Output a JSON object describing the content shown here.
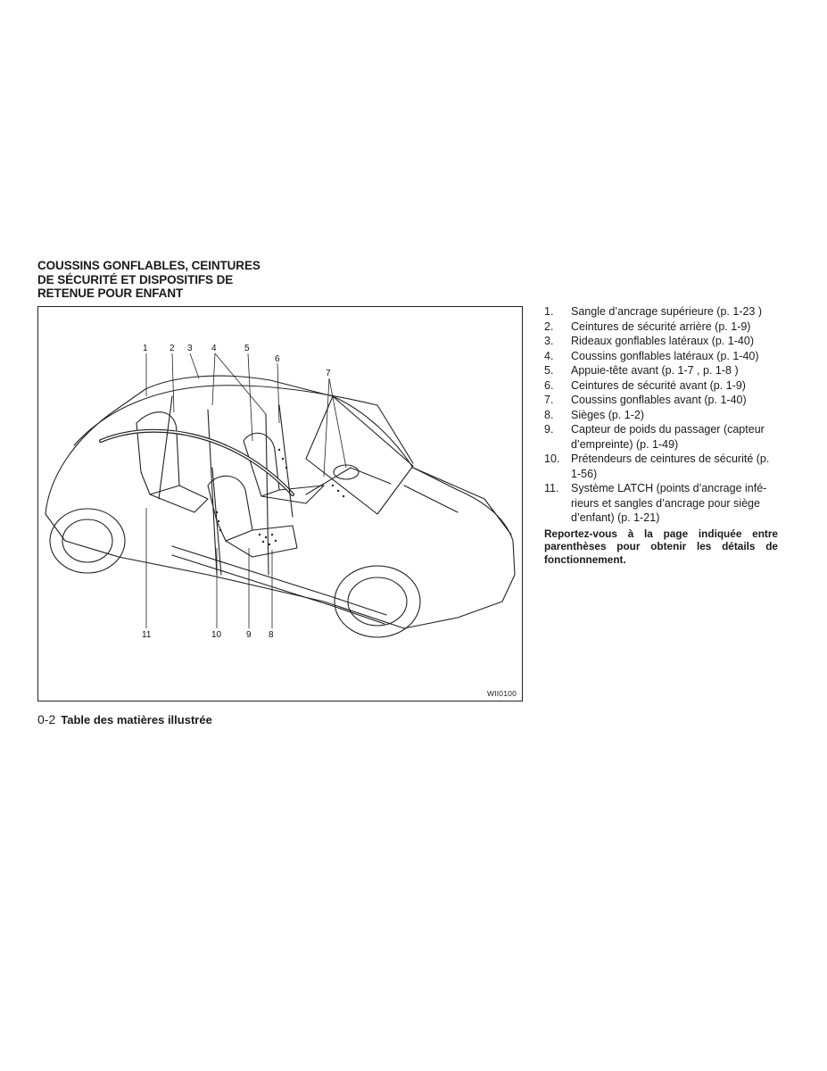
{
  "section": {
    "title_lines": [
      "COUSSINS GONFLABLES, CEINTURES",
      "DE SÉCURITÉ ET DISPOSITIFS DE",
      "RETENUE POUR ENFANT"
    ]
  },
  "figure": {
    "code": "WII0100",
    "callouts": [
      "1",
      "2",
      "3",
      "4",
      "5",
      "6",
      "7",
      "8",
      "9",
      "10",
      "11"
    ]
  },
  "list": {
    "items": [
      {
        "num": "1.",
        "text": "Sangle d’ancrage supérieure (p. 1-23 )"
      },
      {
        "num": "2.",
        "text": "Ceintures de sécurité arrière (p. 1-9)"
      },
      {
        "num": "3.",
        "text": "Rideaux gonflables latéraux (p. 1-40)"
      },
      {
        "num": "4.",
        "text": "Coussins gonflables latéraux (p. 1-40)"
      },
      {
        "num": "5.",
        "text": "Appuie-tête avant (p. 1-7 , p. 1-8 )"
      },
      {
        "num": "6.",
        "text": "Ceintures de sécurité avant (p. 1-9)"
      },
      {
        "num": "7.",
        "text": "Coussins gonflables avant (p. 1-40)"
      },
      {
        "num": "8.",
        "text": "Sièges (p. 1-2)"
      },
      {
        "num": "9.",
        "text": "Capteur de poids du passager (capteur d’empreinte) (p. 1-49)"
      },
      {
        "num": "10.",
        "text": "Prétendeurs de ceintures de sécurité (p. 1-56)"
      },
      {
        "num": "11.",
        "text": "Système LATCH (points d’ancrage infé-rieurs et sangles d’ancrage pour siège d’enfant) (p. 1-21)"
      }
    ],
    "note": "Reportez-vous à la page indiquée entre parenthèses pour obtenir les détails de fonctionnement."
  },
  "footer": {
    "page_number": "0-2",
    "title": "Table des matières illustrée"
  }
}
